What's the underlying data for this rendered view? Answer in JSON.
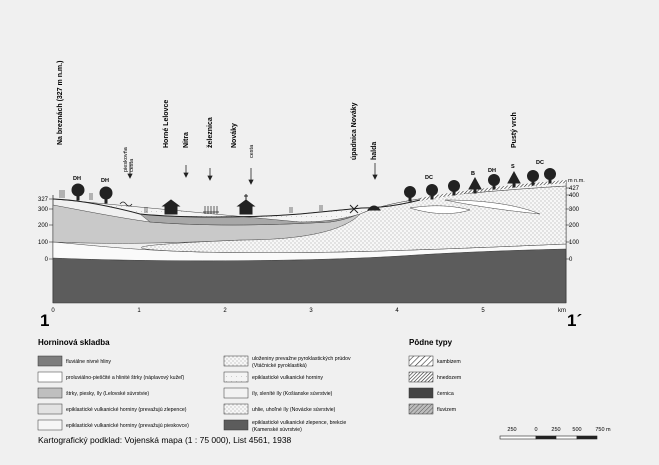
{
  "section": {
    "left_id": "1",
    "right_id": "1´",
    "unit_label": "m n.m.",
    "km_label": "km"
  },
  "vertical_labels": [
    "Na breznách (327 m n.m.)",
    "pieskovňa",
    "cesta",
    "Horné Lelovce",
    "Nitra",
    "železnica",
    "Nováky",
    "cesta",
    "úpadnica Nováky",
    "halda",
    "Pustý vrch"
  ],
  "soil_codes": [
    "DH",
    "DH",
    "DC",
    "B",
    "DH",
    "S",
    "DC"
  ],
  "left_axis": [
    "327",
    "300",
    "200",
    "100",
    "0"
  ],
  "right_axis": [
    "427",
    "400",
    "300",
    "200",
    "100",
    "0"
  ],
  "x_ticks": [
    "0",
    "1",
    "2",
    "3",
    "4",
    "5"
  ],
  "legend_geology": {
    "title": "Horninová skladba",
    "items": [
      "fluviálne nivné hliny",
      "proluviálno-pieščité a hlinité štrky (náplavový kužeľ)",
      "štrky, piesky, íly (Lelovské súvrstvie)",
      "epiklastické vulkanické horniny (prevažujú zlepence)",
      "epiklastické vulkanické horniny (prevažujú pieskovce)",
      "uloženiny prevažne pyroklastických prúdov",
      "(Vtáčnické pyroklastiká)",
      "epiklastické vulkanické horniny",
      "íly, sleníté íly (Košianske súvrstvie)",
      "uhlie, uhoľné íly (Novácke súvrstvie)",
      "epiklastické vulkanické zlepence, brekcie",
      "(Kamenské súvrstvie)"
    ]
  },
  "legend_soils": {
    "title": "Pôdne typy",
    "items": [
      "kambizem",
      "hnedozem",
      "černica",
      "fluvizem"
    ]
  },
  "source_note": "Kartografický podklad: Vojenská mapa (1 : 75 000), List 4561, 1938",
  "scale_bar": {
    "labels": [
      "250",
      "0",
      "250",
      "500",
      "750 m"
    ]
  }
}
